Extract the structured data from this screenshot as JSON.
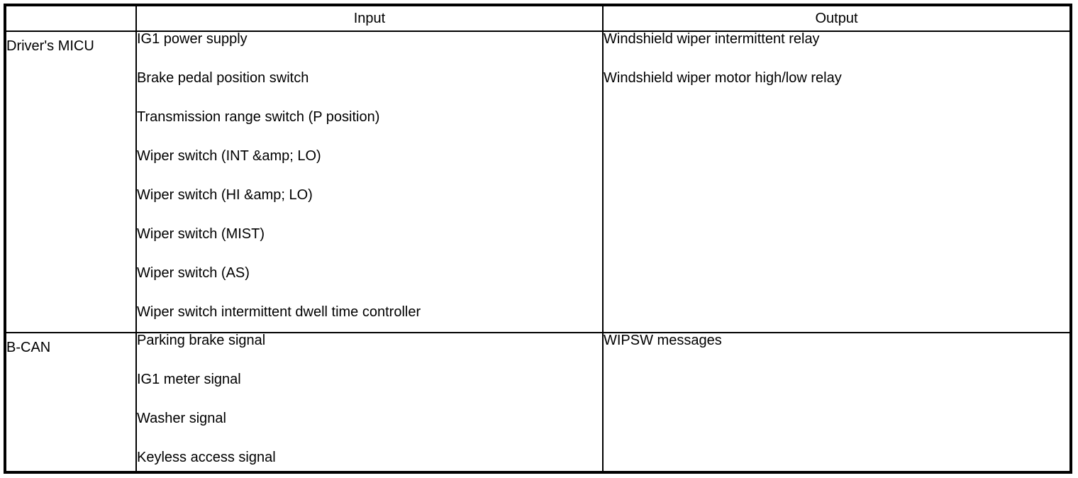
{
  "table": {
    "headers": {
      "source": "",
      "input": "Input",
      "output": "Output"
    },
    "rows": [
      {
        "source": "Driver's MICU",
        "inputs": [
          "IG1 power supply",
          "Brake pedal position switch",
          "Transmission range switch (P position)",
          "Wiper switch (INT &amp; LO)",
          "Wiper switch (HI &amp; LO)",
          "Wiper switch (MIST)",
          "Wiper switch (AS)",
          "Wiper switch intermittent dwell time controller"
        ],
        "outputs": [
          "Windshield wiper intermittent relay",
          "Windshield wiper motor high/low relay"
        ]
      },
      {
        "source": "B-CAN",
        "inputs": [
          "Parking brake signal",
          "IG1 meter signal",
          "Washer signal",
          "Keyless access signal"
        ],
        "outputs": [
          "WIPSW messages"
        ]
      }
    ]
  }
}
